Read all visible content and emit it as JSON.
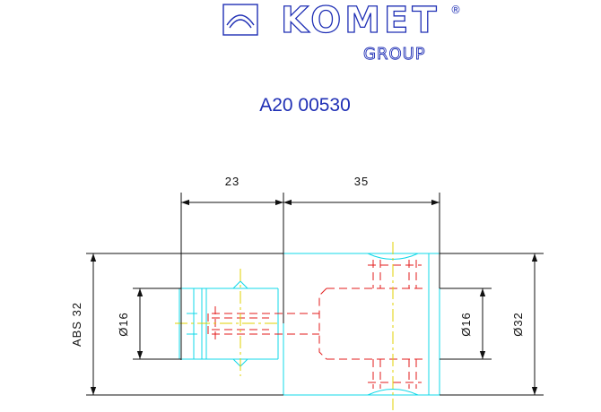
{
  "logo": {
    "brand": "KOMET",
    "registered_mark": "®",
    "sub": "GROUP"
  },
  "part_number": "A20 00530",
  "dimensions": {
    "length_left": "23",
    "length_right": "35",
    "abs": "ABS 32",
    "dia_left": "Ø16",
    "dia_right": "Ø16",
    "dia_outer": "Ø32"
  },
  "colors": {
    "logo": "#1f2fb5",
    "part_number": "#1f2fb5",
    "dimension": "#111111",
    "cyan_profile": "#10d8e8",
    "red_hidden": "#e31b1b",
    "yellow_center": "#e0d000"
  }
}
